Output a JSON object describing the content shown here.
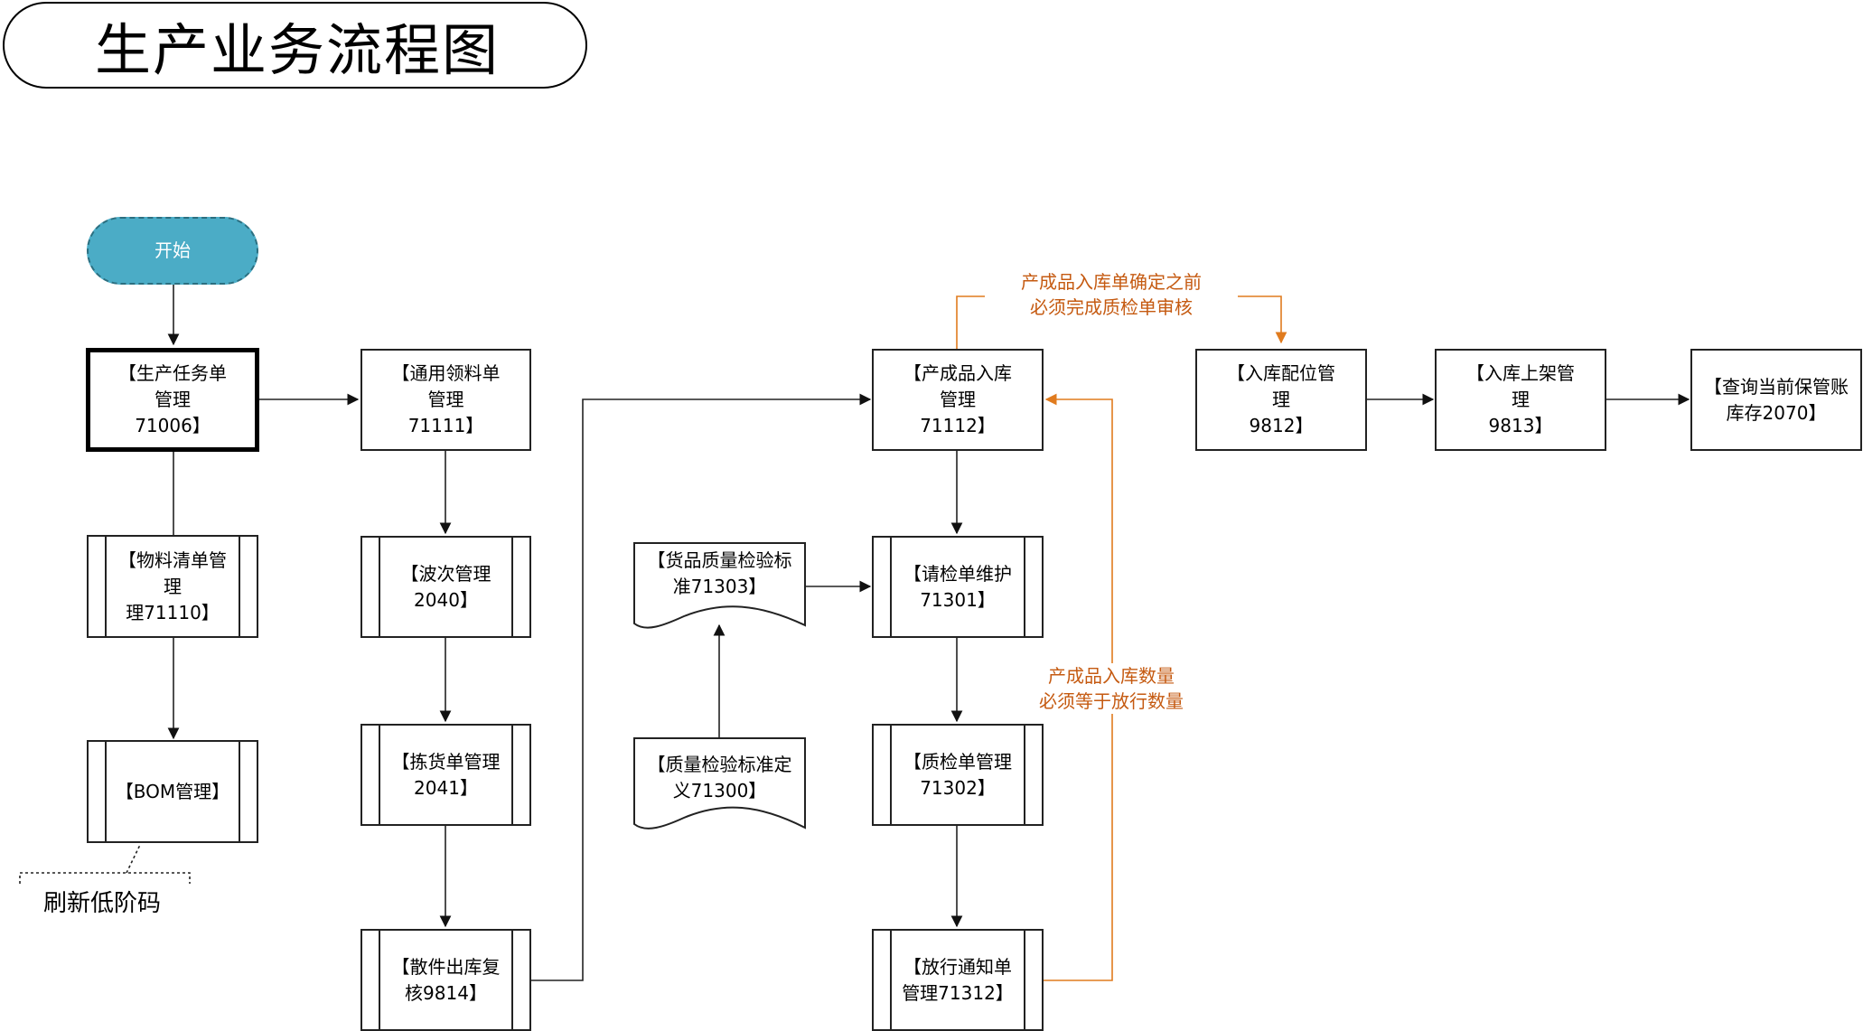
{
  "title": "生产业务流程图",
  "start": "开始",
  "nodes": {
    "n71006": "【生产任务单管理\n71006】",
    "n71110": "【物料清单管理\n理71110】",
    "bom": "【BOM管理】",
    "n71111": "【通用领料单管理\n71111】",
    "n2040": "【波次管理\n2040】",
    "n2041": "【拣货单管理\n2041】",
    "n9814": "【散件出库复\n核9814】",
    "n71303": "【货品质量检验标\n准71303】",
    "n71300": "【质量检验标准定\n义71300】",
    "n71112": "【产成品入库管理\n71112】",
    "n71301": "【请检单维护\n71301】",
    "n71302": "【质检单管理\n71302】",
    "n71312": "【放行通知单\n管理71312】",
    "n9812": "【入库配位管理\n9812】",
    "n9813": "【入库上架管理\n9813】",
    "n2070": "【查询当前保管账\n库存2070】"
  },
  "notes": {
    "before_confirm": "产成品入库单确定之前\n必须完成质检单审核",
    "qty_equal": "产成品入库数量\n必须等于放行数量"
  },
  "annotation": "刷新低阶码",
  "colors": {
    "accent": "#e07b1e",
    "start_fill": "#4bacc6",
    "line": "#222222"
  }
}
